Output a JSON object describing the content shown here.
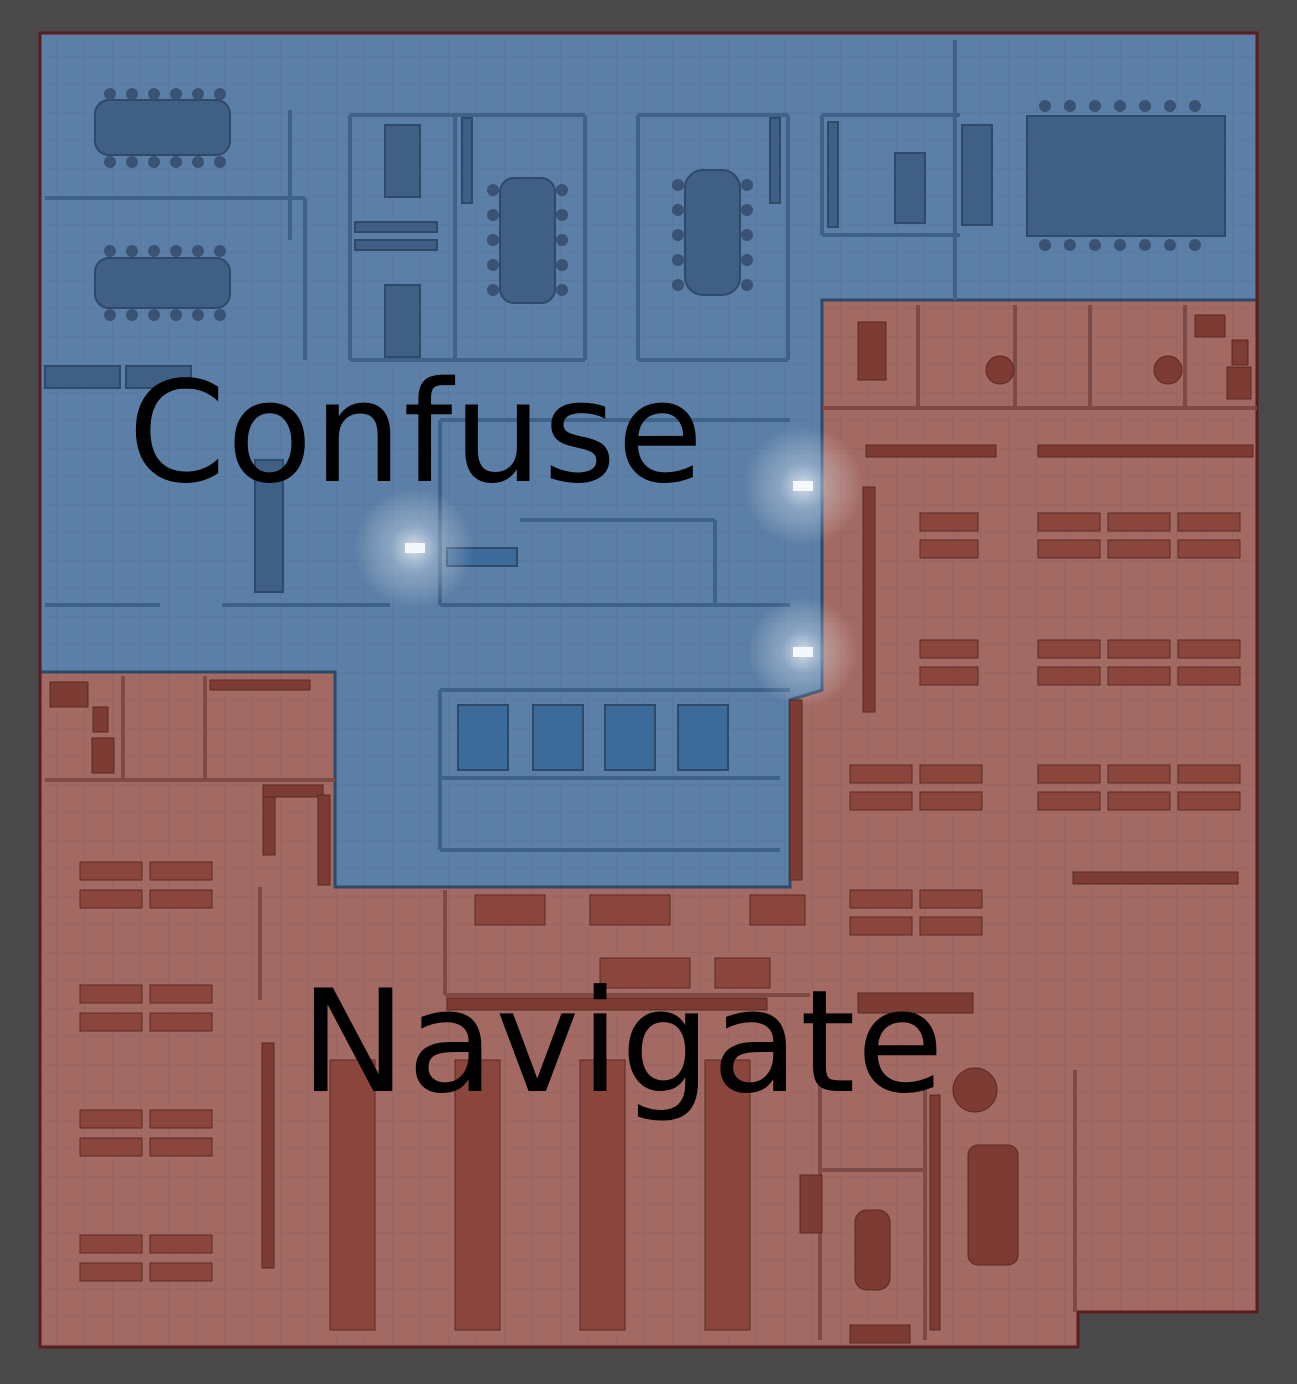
{
  "zones": [
    {
      "id": "confuse",
      "label": "Confuse",
      "color": "#5b7fa6"
    },
    {
      "id": "navigate",
      "label": "Navigate",
      "color": "#a36a64"
    }
  ],
  "colors": {
    "background": "#4a4a4a",
    "outer_wall": "#5a1c1c",
    "blue_zone_fill": "#5b7fa6",
    "red_zone_fill": "#a36a64",
    "blue_furniture": "#3f5f85",
    "red_furniture": "#7c3b33",
    "chair_blue": "#3a5273",
    "chair_red": "#6b3d36",
    "light_glow": "#ffffff"
  }
}
